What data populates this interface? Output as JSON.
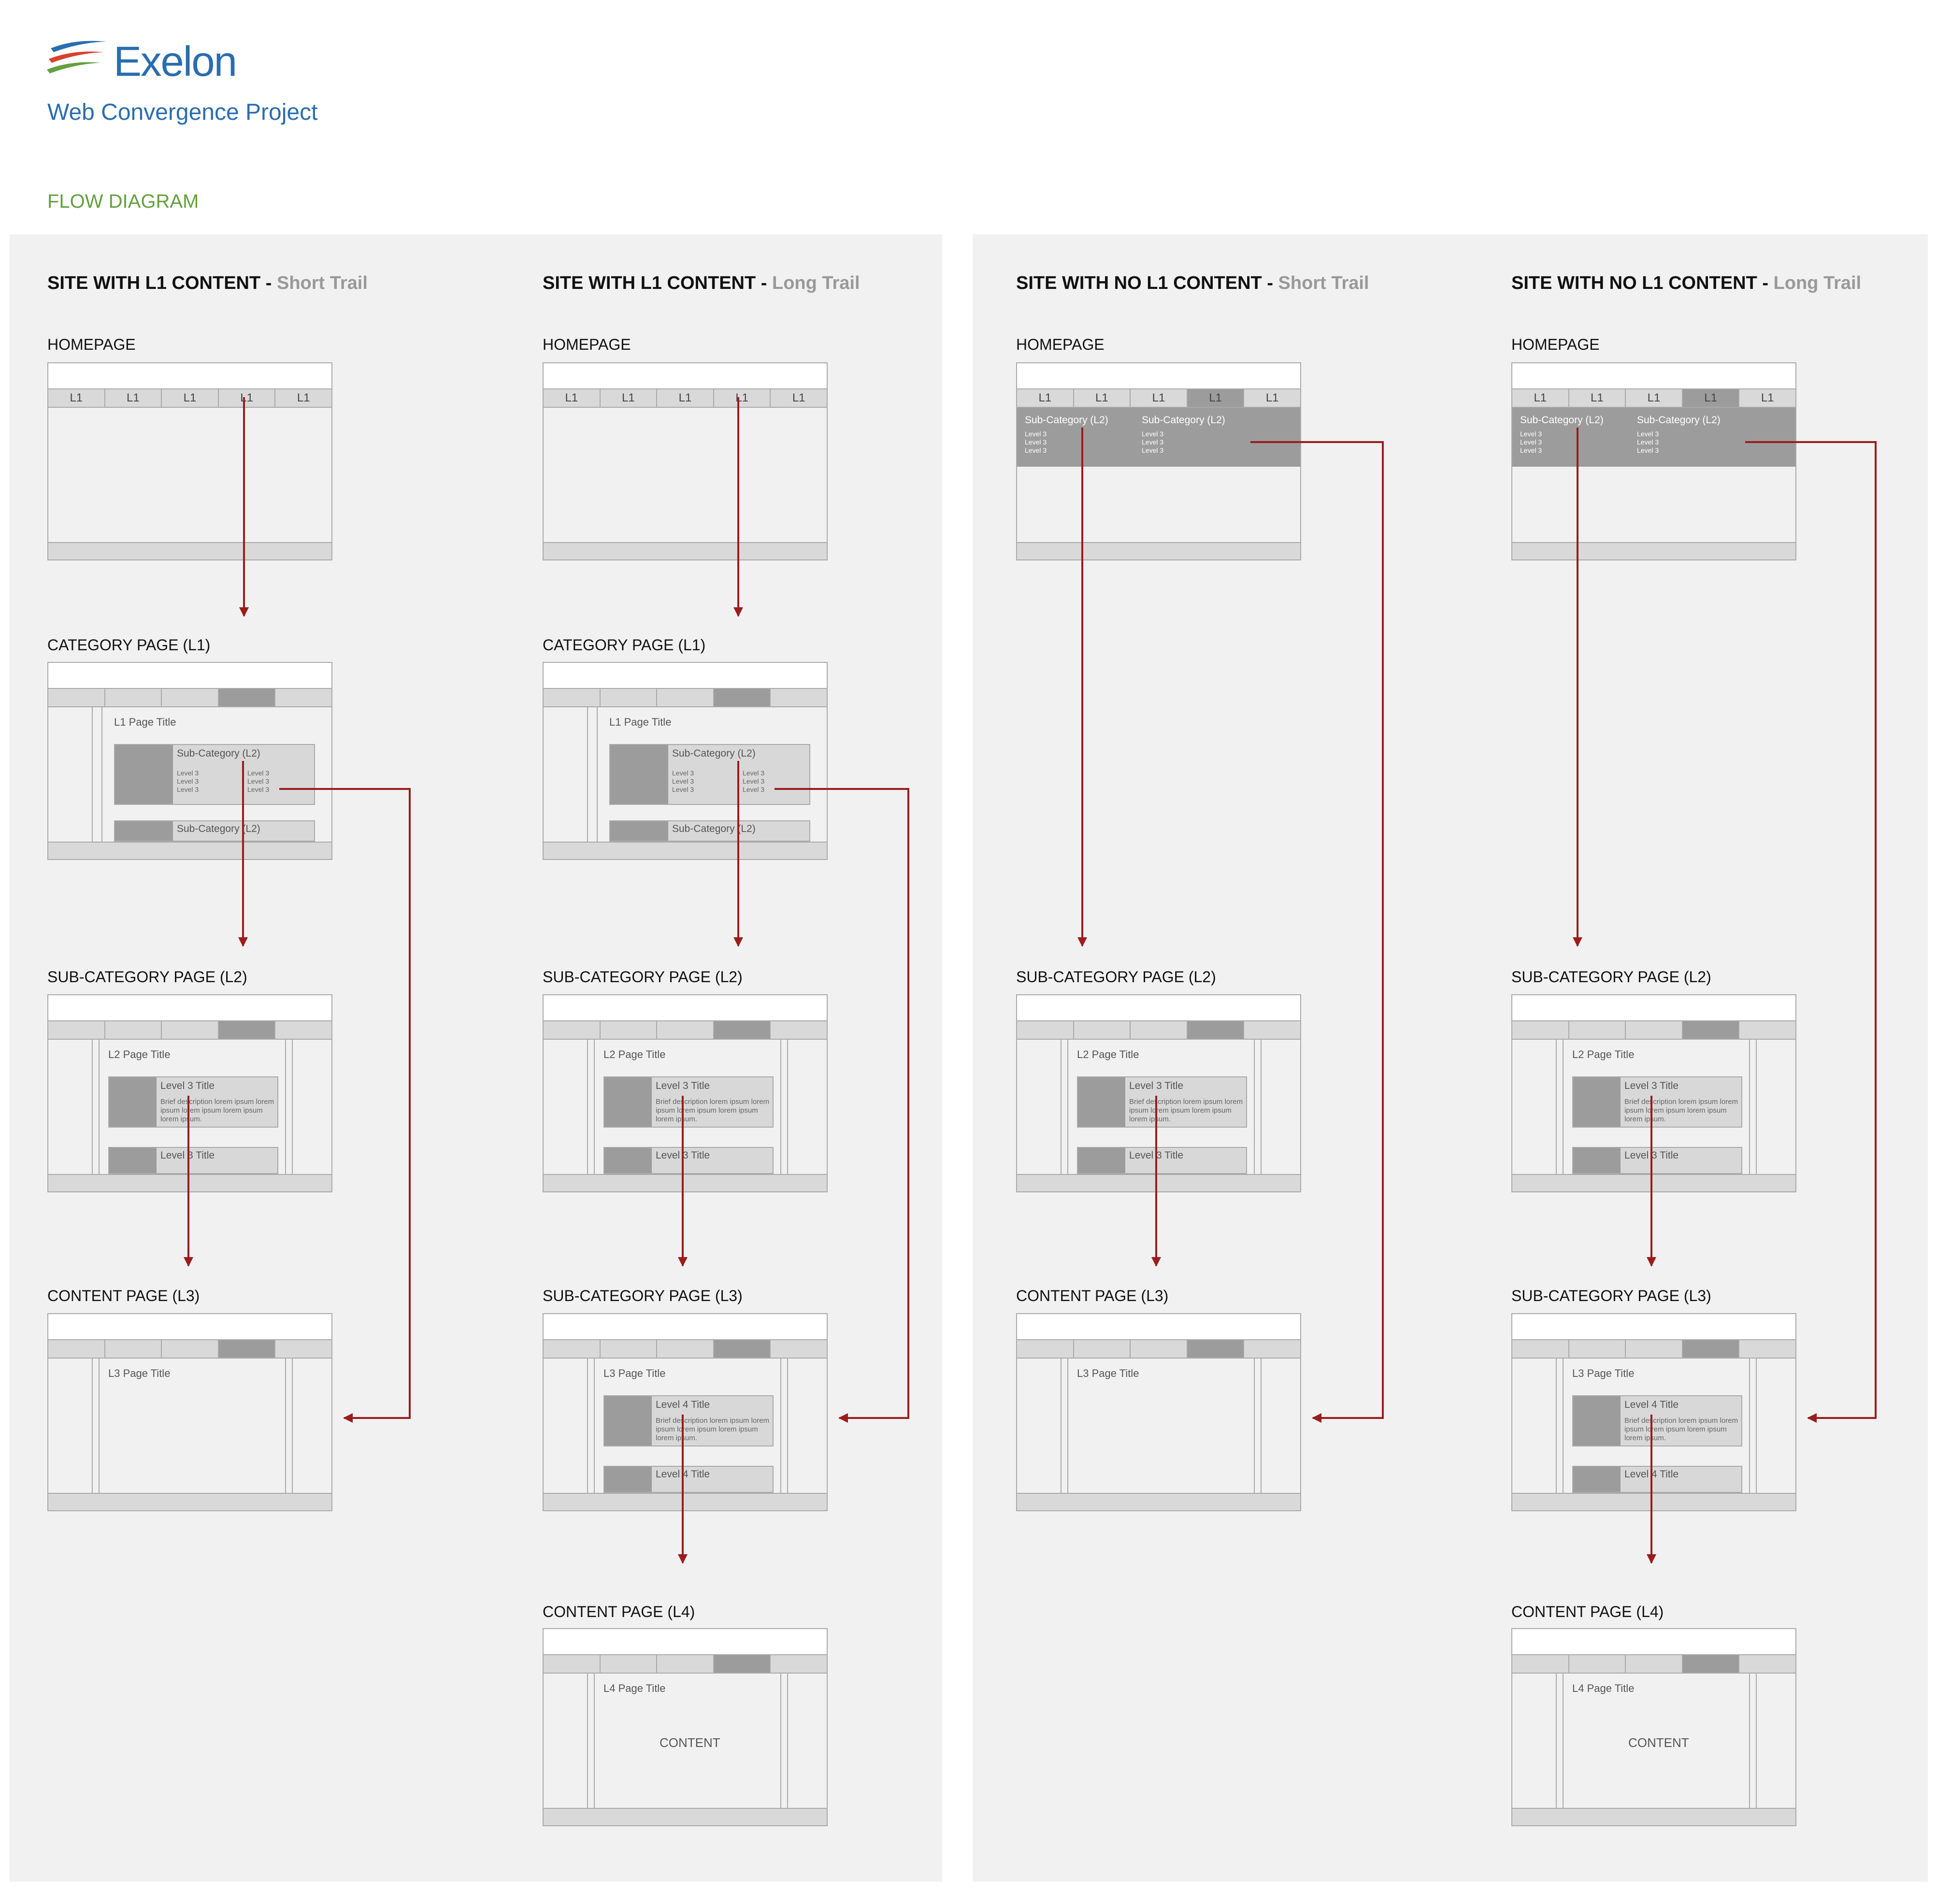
{
  "header": {
    "logo_text": "Exelon",
    "project": "Web Convergence Project",
    "section": "FLOW DIAGRAM"
  },
  "colors": {
    "brand_blue": "#2a6db0",
    "section_green": "#63a040",
    "arrow_red": "#9b1c1c",
    "panel_bg": "#f1f1f1"
  },
  "columns": [
    {
      "title": "SITE WITH L1 CONTENT - ",
      "variant": "Short Trail"
    },
    {
      "title": "SITE WITH L1 CONTENT - ",
      "variant": "Long Trail"
    },
    {
      "title": "SITE WITH NO L1 CONTENT - ",
      "variant": "Short Trail"
    },
    {
      "title": "SITE WITH NO L1 CONTENT - ",
      "variant": "Long Trail"
    }
  ],
  "labels": {
    "homepage": "HOMEPAGE",
    "category_l1": "CATEGORY PAGE (L1)",
    "subcategory_l2": "SUB-CATEGORY PAGE (L2)",
    "content_l3": "CONTENT PAGE (L3)",
    "subcategory_l3": "SUB-CATEGORY PAGE (L3)",
    "content_l4": "CONTENT PAGE (L4)"
  },
  "wire": {
    "nav_tab": "L1",
    "l1_title": "L1 Page Title",
    "l2_title": "L2 Page Title",
    "l3_title": "L3 Page Title",
    "l4_title": "L4 Page Title",
    "subcat": "Sub-Category (L2)",
    "level3": "Level 3",
    "level3_title": "Level 3 Title",
    "level4_title": "Level 4 Title",
    "desc": "Brief description lorem ipsum lorem ipsum lorem ipsum lorem ipsum lorem ipsum.",
    "content": "CONTENT"
  }
}
